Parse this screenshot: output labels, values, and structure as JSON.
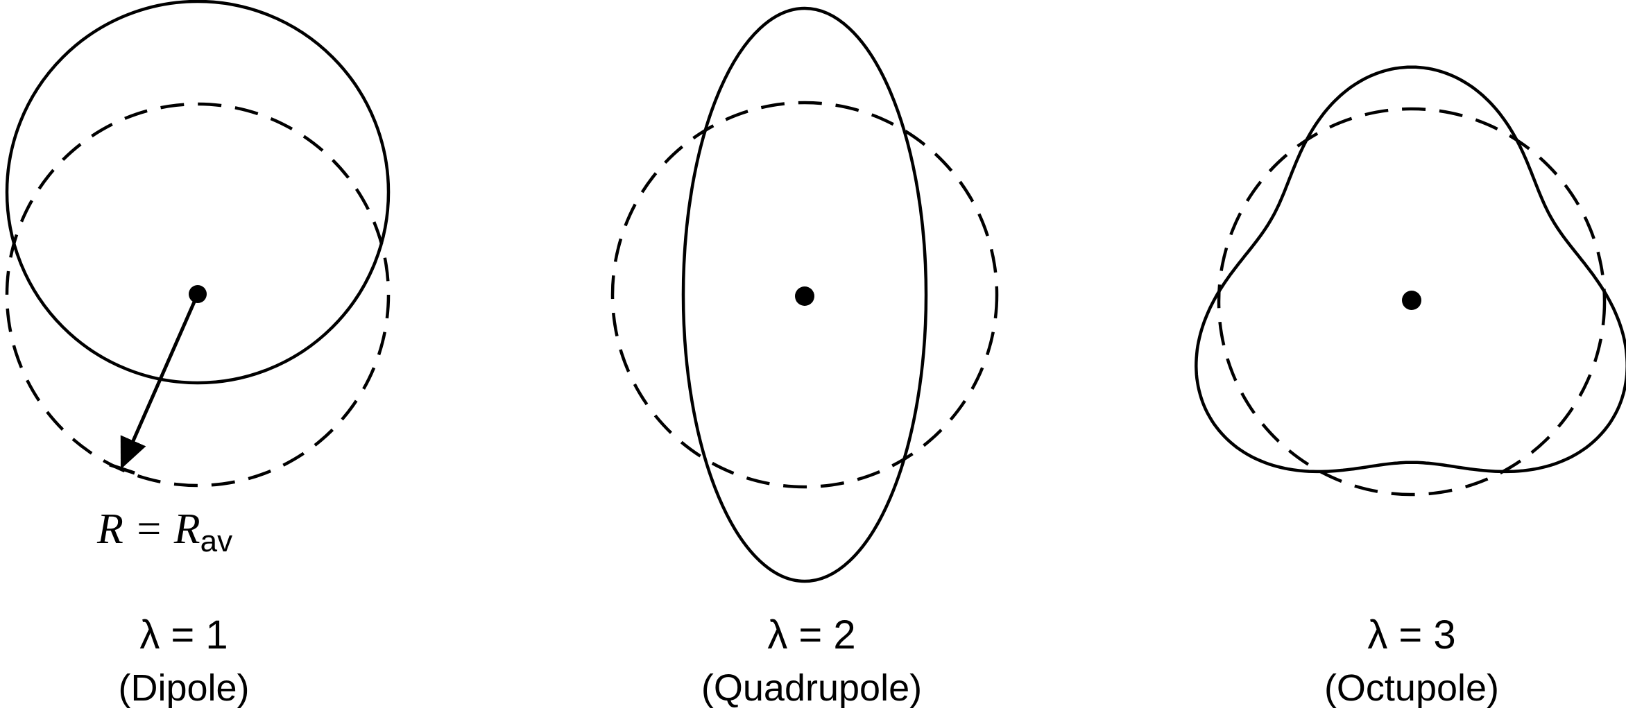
{
  "panels": [
    {
      "lambda_label": "λ = 1",
      "name_label": "(Dipole)"
    },
    {
      "lambda_label": "λ = 2",
      "name_label": "(Quadrupole)"
    },
    {
      "lambda_label": "λ = 3",
      "name_label": "(Octupole)"
    }
  ],
  "radius_label": {
    "main": "R = R",
    "subscript": "av"
  }
}
